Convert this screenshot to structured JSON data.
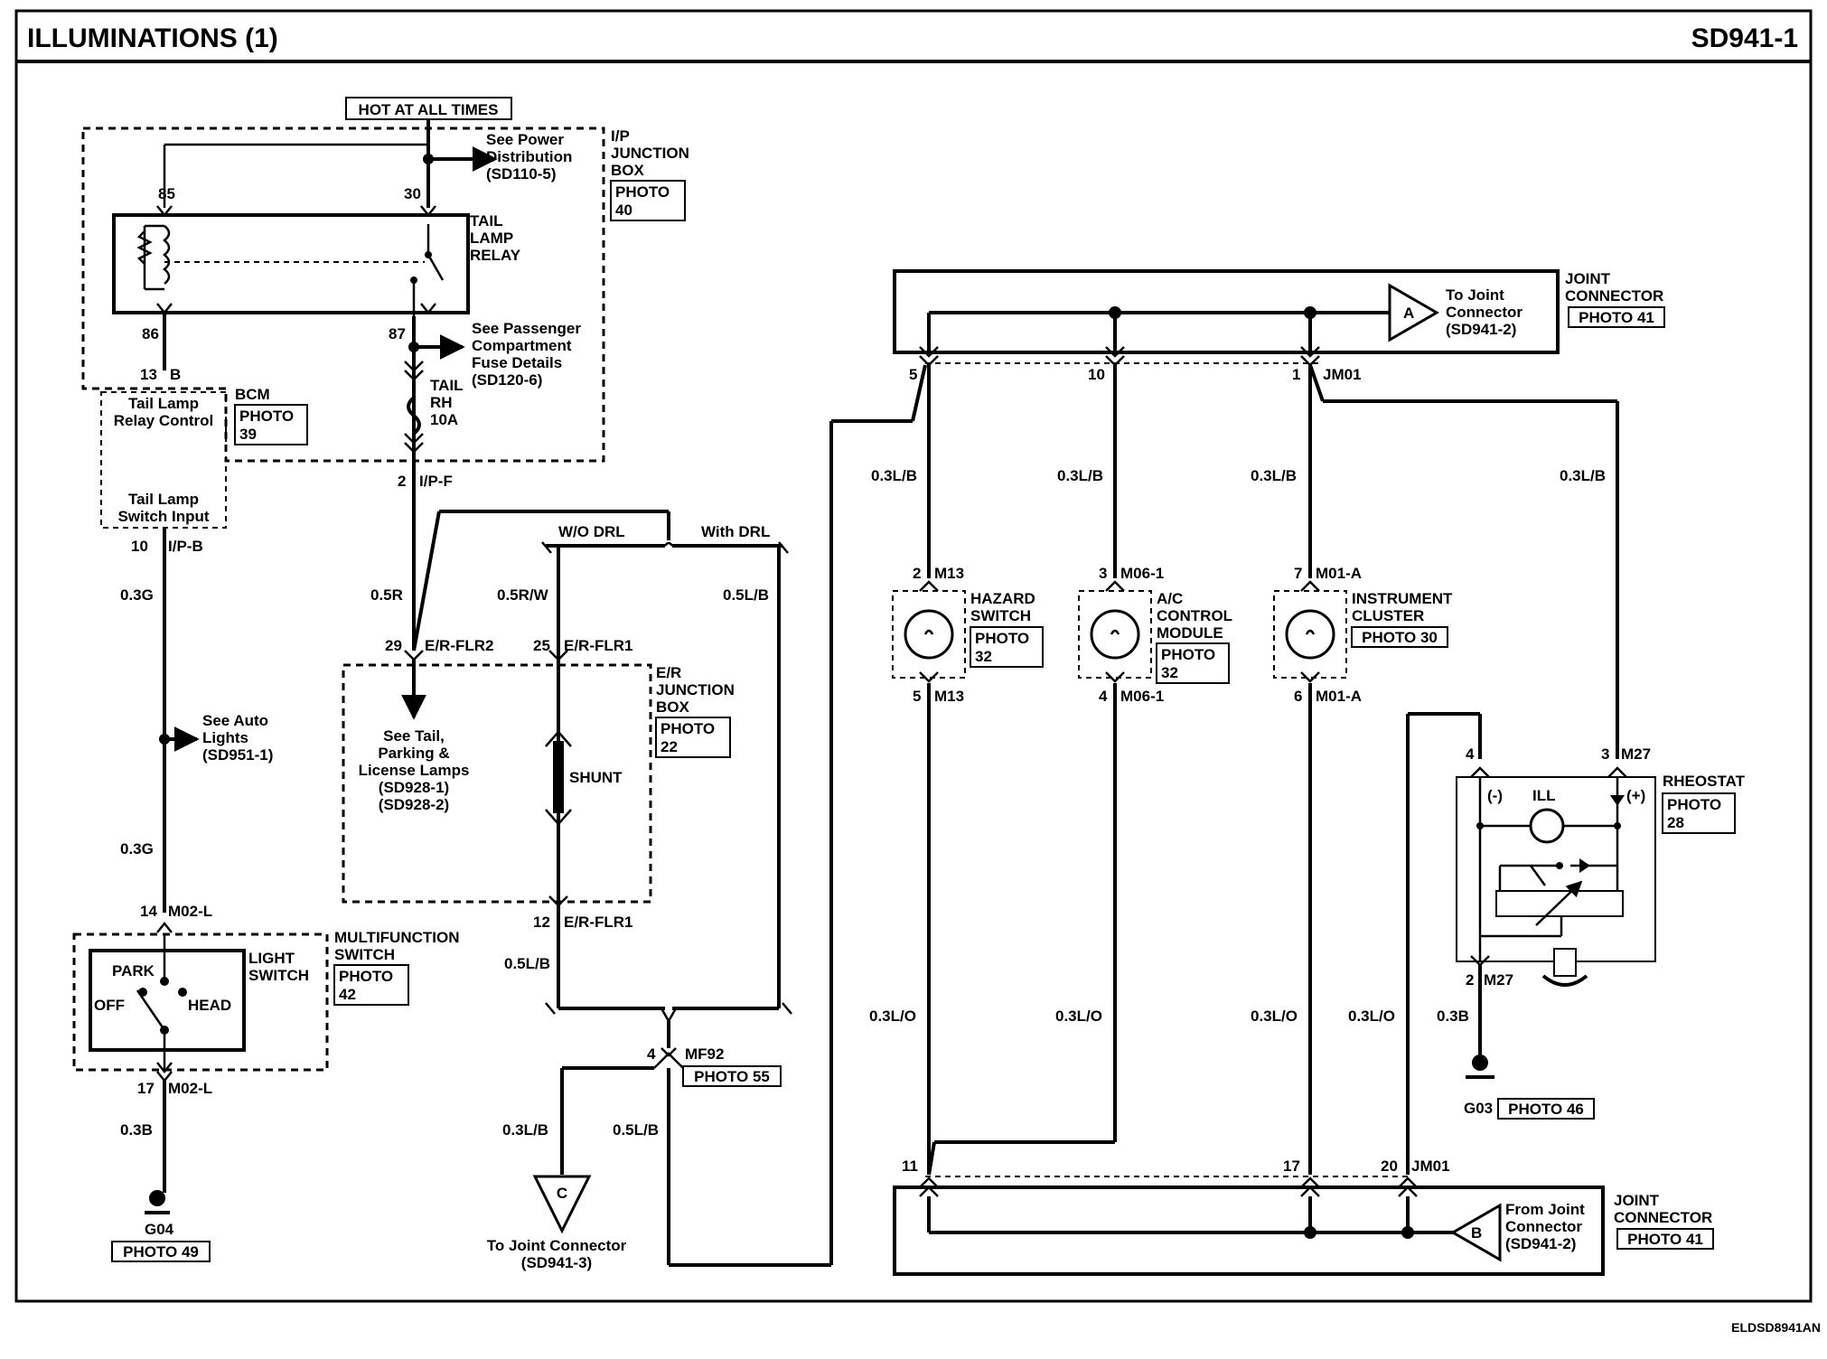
{
  "header": {
    "title": "ILLUMINATIONS (1)",
    "code": "SD941-1"
  },
  "footer": {
    "ref": "ELDSD8941AN"
  },
  "hot": "HOT AT ALL TIMES",
  "ip_box": {
    "l1": "I/P",
    "l2": "JUNCTION",
    "l3": "BOX",
    "photo1": "PHOTO",
    "photo2": "40"
  },
  "power_dist": {
    "l1": "See Power",
    "l2": "Distribution",
    "l3": "(SD110-5)"
  },
  "tail_relay": {
    "l1": "TAIL",
    "l2": "LAMP",
    "l3": "RELAY",
    "p85": "85",
    "p30": "30",
    "p86": "86",
    "p87": "87"
  },
  "passenger": {
    "l1": "See Passenger",
    "l2": "Compartment",
    "l3": "Fuse Details",
    "l4": "(SD120-6)"
  },
  "fuse": {
    "l1": "TAIL",
    "l2": "RH",
    "l3": "10A"
  },
  "bcm": {
    "pin": "13",
    "conn": "B",
    "name": "BCM",
    "photo1": "PHOTO",
    "photo2": "39",
    "ctrl1": "Tail Lamp",
    "ctrl2": "Relay Control",
    "sw1": "Tail Lamp",
    "sw2": "Switch Input"
  },
  "ipf": {
    "pin": "2",
    "conn": "I/P-F"
  },
  "ipb": {
    "pin": "10",
    "conn": "I/P-B"
  },
  "wires": {
    "w03g_a": "0.3G",
    "w03g_b": "0.3G",
    "w03b_a": "0.3B",
    "w05r": "0.5R",
    "w05rw": "0.5R/W",
    "w05lb_a": "0.5L/B",
    "w05lb_b": "0.5L/B",
    "w05lb_c": "0.5L/B",
    "w03lb_c": "0.3L/B",
    "w03lb_1": "0.3L/B",
    "w03lb_2": "0.3L/B",
    "w03lb_3": "0.3L/B",
    "w03lb_4": "0.3L/B",
    "w03lo_1": "0.3L/O",
    "w03lo_2": "0.3L/O",
    "w03lo_3": "0.3L/O",
    "w03lo_4": "0.3L/O",
    "w03b_b": "0.3B"
  },
  "auto_lights": {
    "l1": "See Auto",
    "l2": "Lights",
    "l3": "(SD951-1)"
  },
  "drl": {
    "wo": "W/O DRL",
    "with": "With DRL"
  },
  "er_box": {
    "p29": "29",
    "c29": "E/R-FLR2",
    "p25": "25",
    "c25": "E/R-FLR1",
    "l1": "E/R",
    "l2": "JUNCTION",
    "l3": "BOX",
    "photo1": "PHOTO",
    "photo2": "22",
    "shunt": "SHUNT",
    "p12": "12",
    "c12": "E/R-FLR1"
  },
  "tail_parking": {
    "l1": "See Tail,",
    "l2": "Parking &",
    "l3": "License Lamps",
    "l4": "(SD928-1)",
    "l5": "(SD928-2)"
  },
  "mf_switch": {
    "p14": "14",
    "c14": "M02-L",
    "l1": "MULTIFUNCTION",
    "l2": "SWITCH",
    "photo1": "PHOTO",
    "photo2": "42",
    "light1": "LIGHT",
    "light2": "SWITCH",
    "park": "PARK",
    "off": "OFF",
    "head": "HEAD",
    "p17": "17",
    "c17": "M02-L"
  },
  "g04": {
    "name": "G04",
    "photo": "PHOTO 49"
  },
  "mf92": {
    "pin": "4",
    "conn": "MF92",
    "photo": "PHOTO 55"
  },
  "conn_c": {
    "letter": "C",
    "l1": "To Joint Connector",
    "l2": "(SD941-3)"
  },
  "jc_top": {
    "l1": "JOINT",
    "l2": "CONNECTOR",
    "photo": "PHOTO 41",
    "letter": "A",
    "to1": "To Joint",
    "to2": "Connector",
    "to3": "(SD941-2)",
    "p5": "5",
    "p10": "10",
    "p1": "1",
    "conn": "JM01"
  },
  "hazard": {
    "pin_t": "2",
    "conn_t": "M13",
    "l1": "HAZARD",
    "l2": "SWITCH",
    "photo1": "PHOTO",
    "photo2": "32",
    "pin_b": "5",
    "conn_b": "M13"
  },
  "ac": {
    "pin_t": "3",
    "conn_t": "M06-1",
    "l1": "A/C",
    "l2": "CONTROL",
    "l3": "MODULE",
    "photo1": "PHOTO",
    "photo2": "32",
    "pin_b": "4",
    "conn_b": "M06-1"
  },
  "cluster": {
    "pin_t": "7",
    "conn_t": "M01-A",
    "l1": "INSTRUMENT",
    "l2": "CLUSTER",
    "photo": "PHOTO 30",
    "pin_b": "6",
    "conn_b": "M01-A"
  },
  "rheostat": {
    "pin4": "4",
    "pin3": "3",
    "conn": "M27",
    "name": "RHEOSTAT",
    "photo1": "PHOTO",
    "photo2": "28",
    "minus": "(-)",
    "plus": "(+)",
    "ill": "ILL",
    "pin2": "2",
    "conn2": "M27"
  },
  "g03": {
    "name": "G03",
    "photo": "PHOTO 46"
  },
  "jc_bot": {
    "p11": "11",
    "p17": "17",
    "p20": "20",
    "conn": "JM01",
    "l1": "JOINT",
    "l2": "CONNECTOR",
    "photo": "PHOTO 41",
    "letter": "B",
    "from1": "From Joint",
    "from2": "Connector",
    "from3": "(SD941-2)"
  }
}
